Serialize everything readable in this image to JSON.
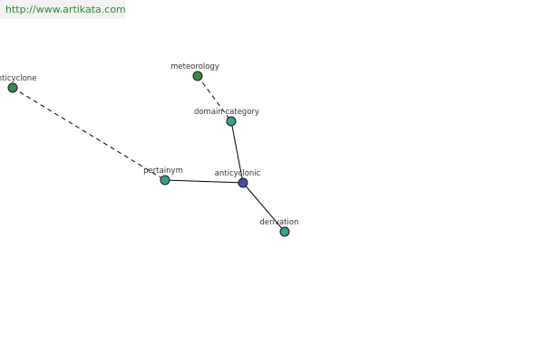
{
  "header": {
    "url": "http://www.artikata.com"
  },
  "nodes": {
    "anticyclone": {
      "label": "anticyclone",
      "color": "#3b8a4a"
    },
    "meteorology": {
      "label": "meteorology",
      "color": "#3b8a4a"
    },
    "domain_category": {
      "label": "domain category",
      "color": "#3aa08f"
    },
    "pertainym": {
      "label": "pertainym",
      "color": "#3aa08f"
    },
    "anticyclonic": {
      "label": "anticyclonic",
      "color": "#4a4aa8"
    },
    "derivation": {
      "label": "derivation",
      "color": "#3aa08f"
    }
  },
  "edges": [
    {
      "from": "anticyclone",
      "to": "pertainym",
      "style": "dashed"
    },
    {
      "from": "meteorology",
      "to": "domain_category",
      "style": "dashed"
    },
    {
      "from": "domain_category",
      "to": "anticyclonic",
      "style": "solid"
    },
    {
      "from": "pertainym",
      "to": "anticyclonic",
      "style": "solid"
    },
    {
      "from": "anticyclonic",
      "to": "derivation",
      "style": "solid"
    }
  ]
}
